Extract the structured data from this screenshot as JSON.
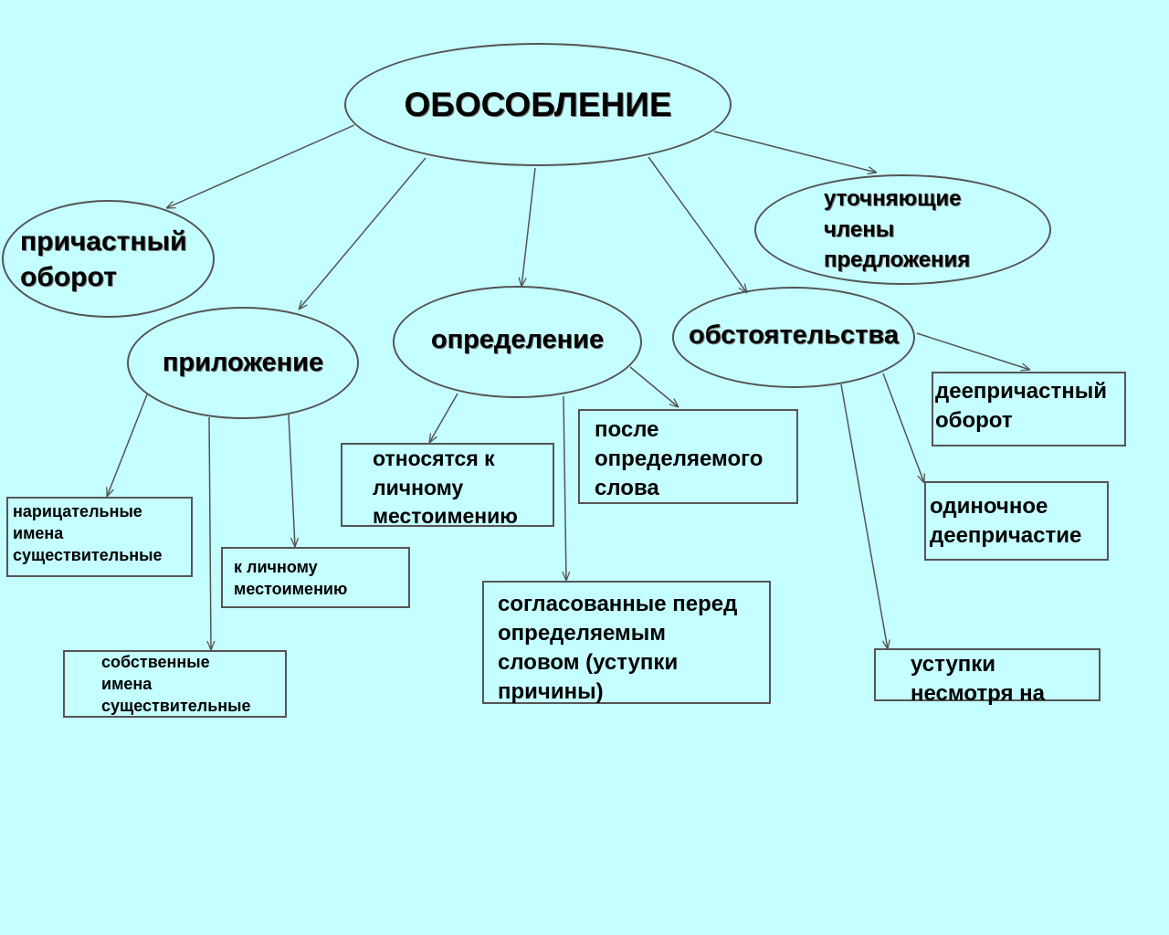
{
  "colors": {
    "background": "#c4fefe",
    "stroke": "#555555",
    "text": "#000000"
  },
  "root": {
    "label": "ОБОСОБЛЕНИЕ"
  },
  "categories": {
    "participle": "причастный\nоборот",
    "apposition": "приложение",
    "attribute": "определение",
    "adverbial": "обстоятельства",
    "clarifying": "уточняющие\nчлены\nпредложения"
  },
  "leaves": {
    "common_nouns": "нарицательные\nимена\nсуществительные",
    "proper_nouns": "собственные\nимена\nсуществительные",
    "to_pronoun": "к личному\nместоимению",
    "refer_pronoun": "относятся к\nличному\nместоимению",
    "after_word": "после\nопределяемого\n слова",
    "agreed_before": "согласованные перед\nопределяемым\nсловом (уступки\nпричины)",
    "gerund_phrase": "деепричастный\nоборот",
    "single_gerund": "одиночное\nдеепричастие",
    "concession": "уступки\nнесмотря на"
  }
}
